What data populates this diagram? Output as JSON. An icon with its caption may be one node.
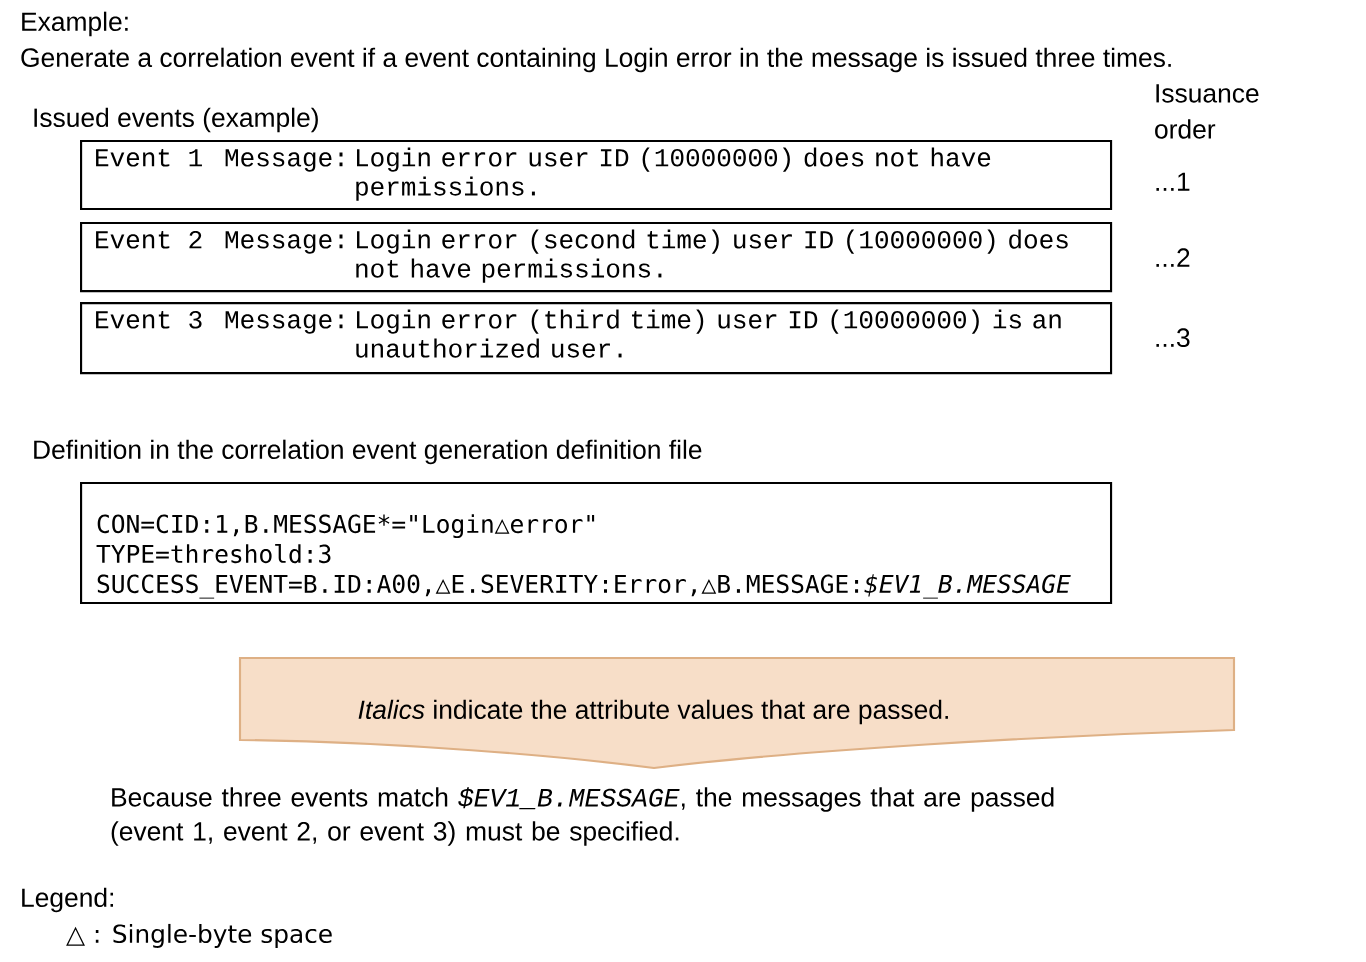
{
  "diagram": {
    "title": "Example:",
    "nodes": [
      {
        "text": [
          "Event 1",
          "Message:",
          "Login error user ID (10000000) does not have permissions."
        ],
        "beside": [
          "...1"
        ]
      },
      {
        "text": [
          "Event 2",
          "Message:",
          "Login error (second time) user ID (10000000) does not have permissions."
        ],
        "beside": [
          "...2"
        ]
      },
      {
        "text": [
          "Event 3",
          "Message:",
          "Login error (third time) user ID (10000000) is an unauthorized user."
        ],
        "beside": [
          "...3"
        ]
      },
      {
        "text": [
          "Definition in the correlation event generation definition file",
          "CON=CID:1,B.MESSAGE*=\"Login△error\"",
          "TYPE=threshold:3",
          "SUCCESS_EVENT=B.ID:A00,△E.SEVERITY:Error,△B.MESSAGE:*$EV1_B.MESSAGE*"
        ]
      },
      {
        "text": [
          "*Italics* indicate the attribute values that are passed."
        ]
      }
    ],
    "labels": [
      "Generate a correlation event if a event containing Login error in the message is issued three times.",
      "Issued events (example)",
      "Issuance order",
      "Because three events match *$EV1_B.MESSAGE*, the messages that are passed (event 1, event 2, or event 3) must be specified.",
      "Legend:",
      "△ : Single-byte space"
    ]
  }
}
